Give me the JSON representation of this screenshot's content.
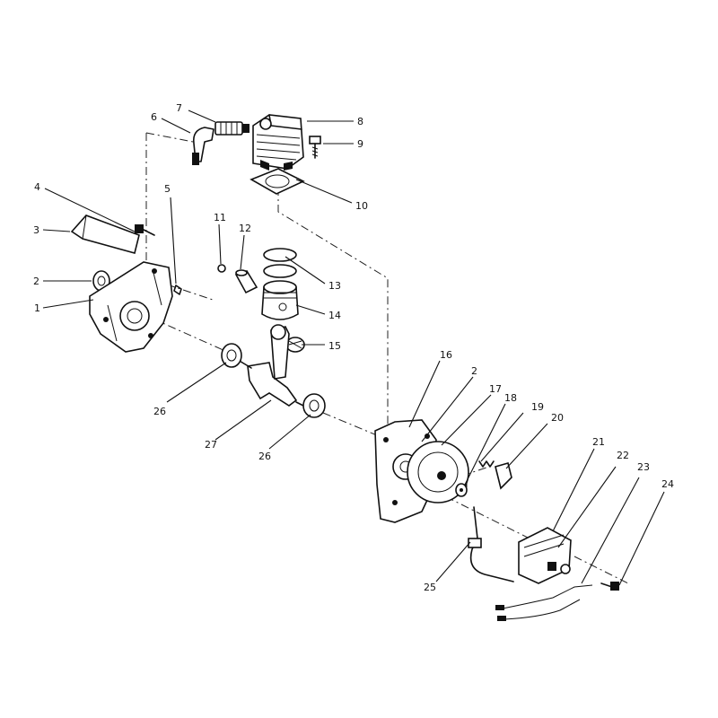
{
  "diagram": {
    "callouts": [
      {
        "id": "7",
        "text": "7"
      },
      {
        "id": "6",
        "text": "6"
      },
      {
        "id": "8",
        "text": "8"
      },
      {
        "id": "9",
        "text": "9"
      },
      {
        "id": "10",
        "text": "10"
      },
      {
        "id": "4",
        "text": "4"
      },
      {
        "id": "5",
        "text": "5"
      },
      {
        "id": "3",
        "text": "3"
      },
      {
        "id": "11",
        "text": "11"
      },
      {
        "id": "12",
        "text": "12"
      },
      {
        "id": "13",
        "text": "13"
      },
      {
        "id": "2a",
        "text": "2"
      },
      {
        "id": "1",
        "text": "1"
      },
      {
        "id": "14",
        "text": "14"
      },
      {
        "id": "15",
        "text": "15"
      },
      {
        "id": "16",
        "text": "16"
      },
      {
        "id": "2b",
        "text": "2"
      },
      {
        "id": "17",
        "text": "17"
      },
      {
        "id": "18",
        "text": "18"
      },
      {
        "id": "19",
        "text": "19"
      },
      {
        "id": "20",
        "text": "20"
      },
      {
        "id": "26a",
        "text": "26"
      },
      {
        "id": "27",
        "text": "27"
      },
      {
        "id": "26b",
        "text": "26"
      },
      {
        "id": "21",
        "text": "21"
      },
      {
        "id": "22",
        "text": "22"
      },
      {
        "id": "23",
        "text": "23"
      },
      {
        "id": "24",
        "text": "24"
      },
      {
        "id": "25",
        "text": "25"
      }
    ]
  }
}
